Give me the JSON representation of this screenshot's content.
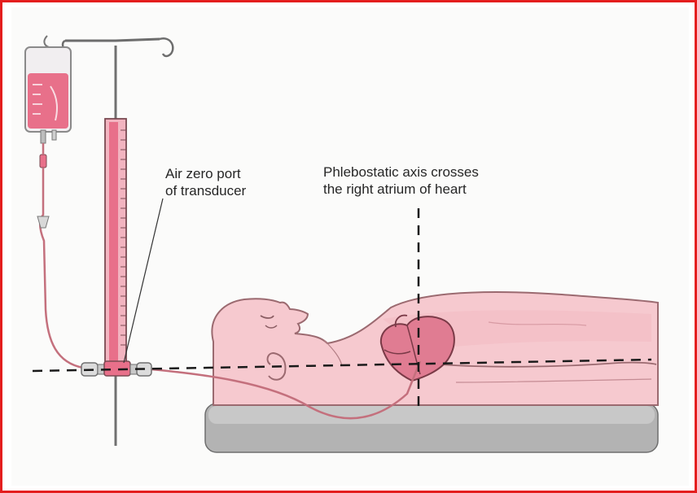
{
  "labels": {
    "air_zero": {
      "line1": "Air zero port",
      "line2": "of transducer"
    },
    "phlebostatic": {
      "line1": "Phlebostatic axis crosses",
      "line2": "the right atrium of heart"
    }
  },
  "colors": {
    "border": "#e41e1e",
    "fluid": "#e8708a",
    "skin": "#f6c9cf",
    "skin_outline": "#9b6a70",
    "heart": "#e07c92",
    "bed": "#a8a8a8",
    "guide_lines": "#1a1a1a"
  },
  "icons": {
    "iv_bag": "iv-bag-icon",
    "manometer": "manometer-icon",
    "heart": "heart-icon",
    "patient": "patient-icon"
  }
}
